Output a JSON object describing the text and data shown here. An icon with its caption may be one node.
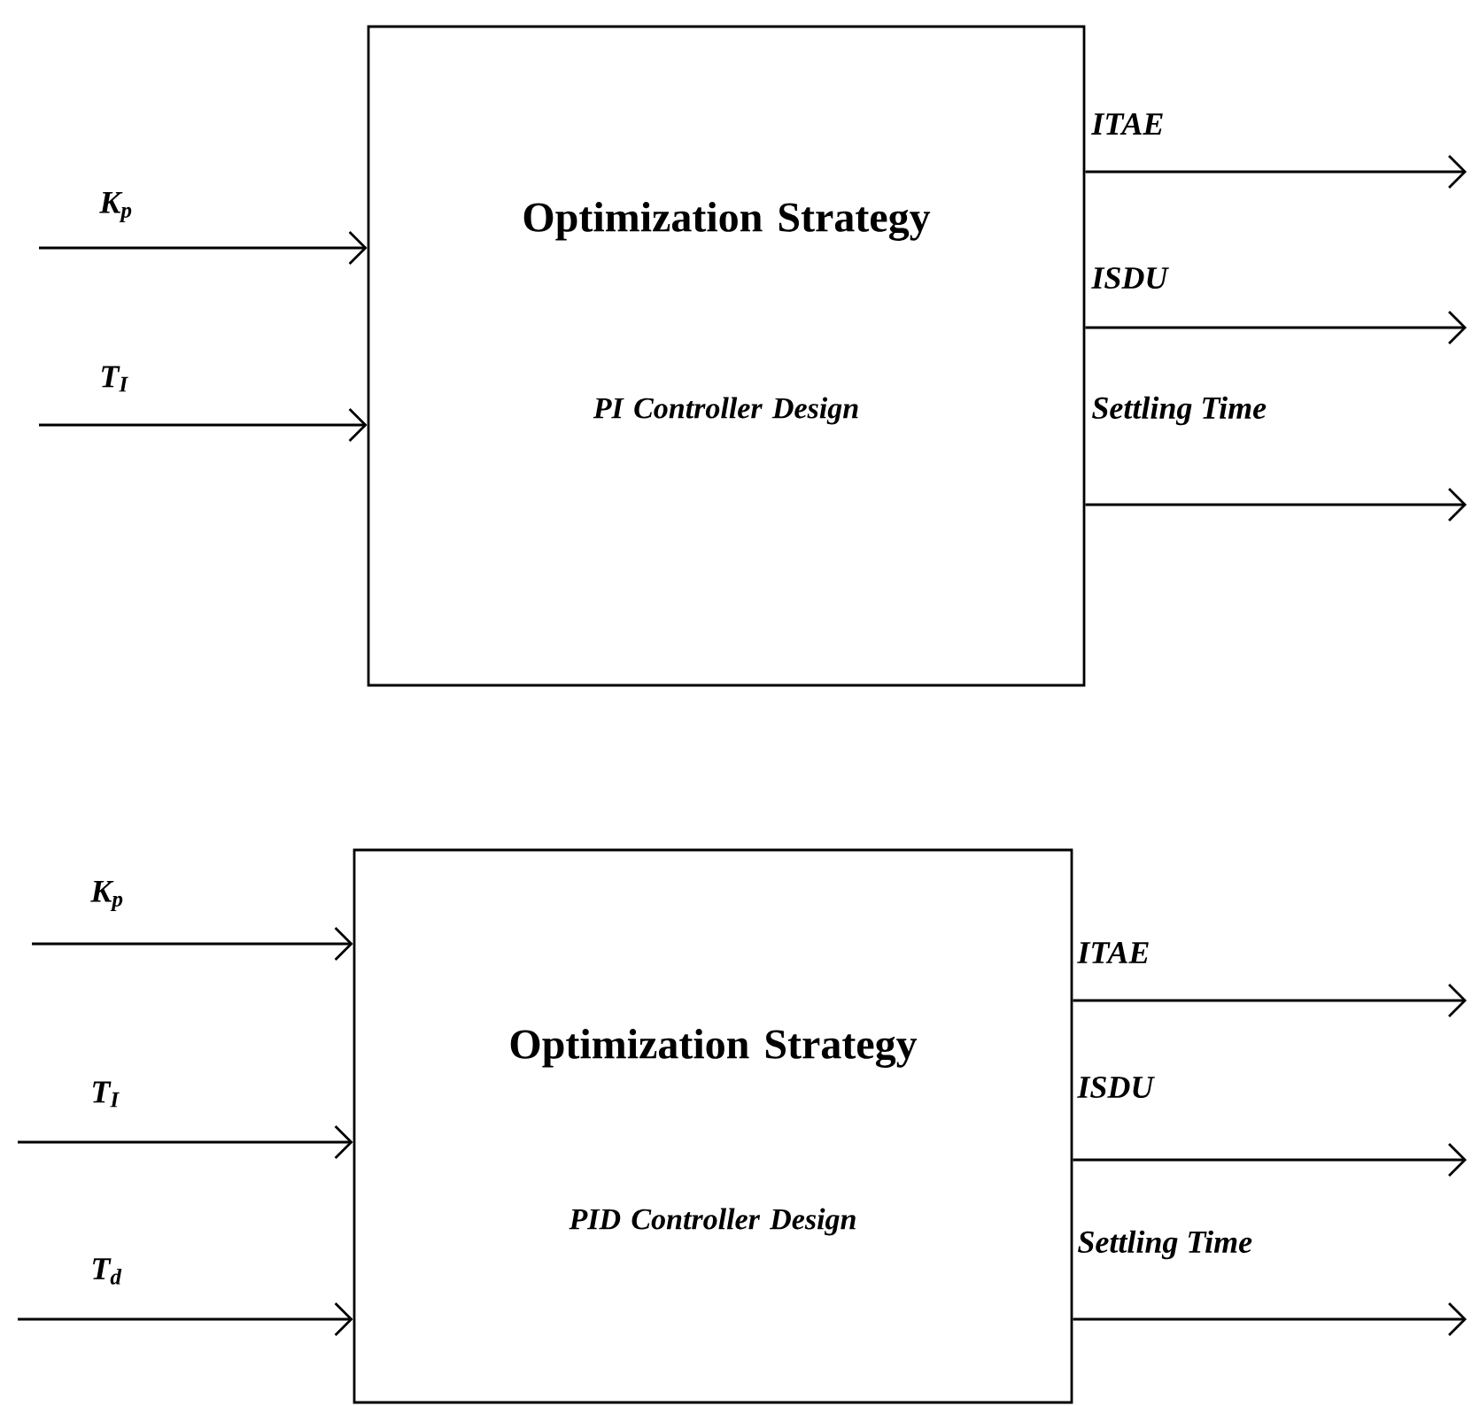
{
  "diagram": {
    "nodes": [
      {
        "text": [
          "Optimization Strategy",
          "PI Controller Design"
        ]
      },
      {
        "text": [
          "Optimization Strategy",
          "PID Controller Design"
        ]
      }
    ],
    "edges": [
      {
        "from": null,
        "to": 0,
        "arrow": "to",
        "label": "K$_{p}$"
      },
      {
        "from": null,
        "to": 0,
        "arrow": "to",
        "label": "T$_{I}$"
      },
      {
        "from": 0,
        "to": null,
        "arrow": "to",
        "label": "ITAE"
      },
      {
        "from": 0,
        "to": null,
        "arrow": "to",
        "label": "ISDU"
      },
      {
        "from": 0,
        "to": null,
        "arrow": "to",
        "label": "Settling Time"
      },
      {
        "from": null,
        "to": 1,
        "arrow": "to",
        "label": "K$_{p}$"
      },
      {
        "from": null,
        "to": 1,
        "arrow": "to",
        "label": "T$_{I}$"
      },
      {
        "from": null,
        "to": 1,
        "arrow": "to",
        "label": "T$_{d}$"
      },
      {
        "from": 1,
        "to": null,
        "arrow": "to",
        "label": "ITAE"
      },
      {
        "from": 1,
        "to": null,
        "arrow": "to",
        "label": "ISDU"
      },
      {
        "from": 1,
        "to": null,
        "arrow": "to",
        "label": "Settling Time"
      }
    ]
  }
}
